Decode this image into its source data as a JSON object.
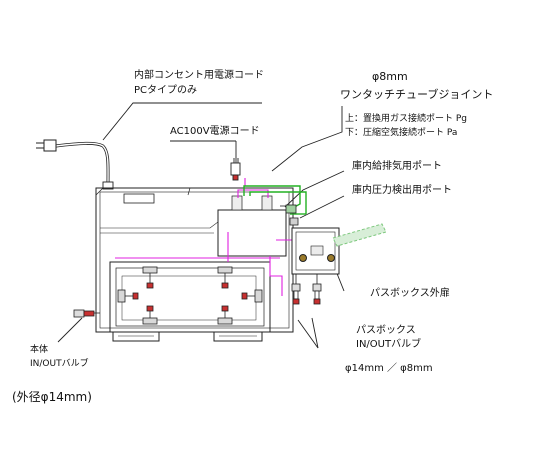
{
  "labels": {
    "internal_outlet_cord": "内部コンセント用電源コード",
    "pc_type_only": "PCタイプのみ",
    "joint_size": "φ8mm",
    "one_touch_joint": "ワンタッチチューブジョイント",
    "port_upper_purge": "上：置換用ガス接続ポート  Pg",
    "port_lower_air": "下：圧縮空気接続ポート  Pa",
    "ac_power_cord": "AC100V電源コード",
    "intake_exhaust_port": "庫内給排気用ポート",
    "pressure_detect_port": "庫内圧力検出用ポート",
    "passbox_outer_door": "パスボックス外扉",
    "passbox": "パスボックス",
    "passbox_valve": "IN/OUTバルブ",
    "passbox_valve_size": "φ14mm ／ φ8mm",
    "body": "本体",
    "body_valve": "IN/OUTバルブ",
    "body_valve_size": "(外径φ14mm)"
  },
  "colors": {
    "outline": "#222222",
    "green_tube": "#22b022",
    "magenta_tube": "#e020e0",
    "light_green_tube": "#7ec87e",
    "valve_red": "#c83030"
  }
}
